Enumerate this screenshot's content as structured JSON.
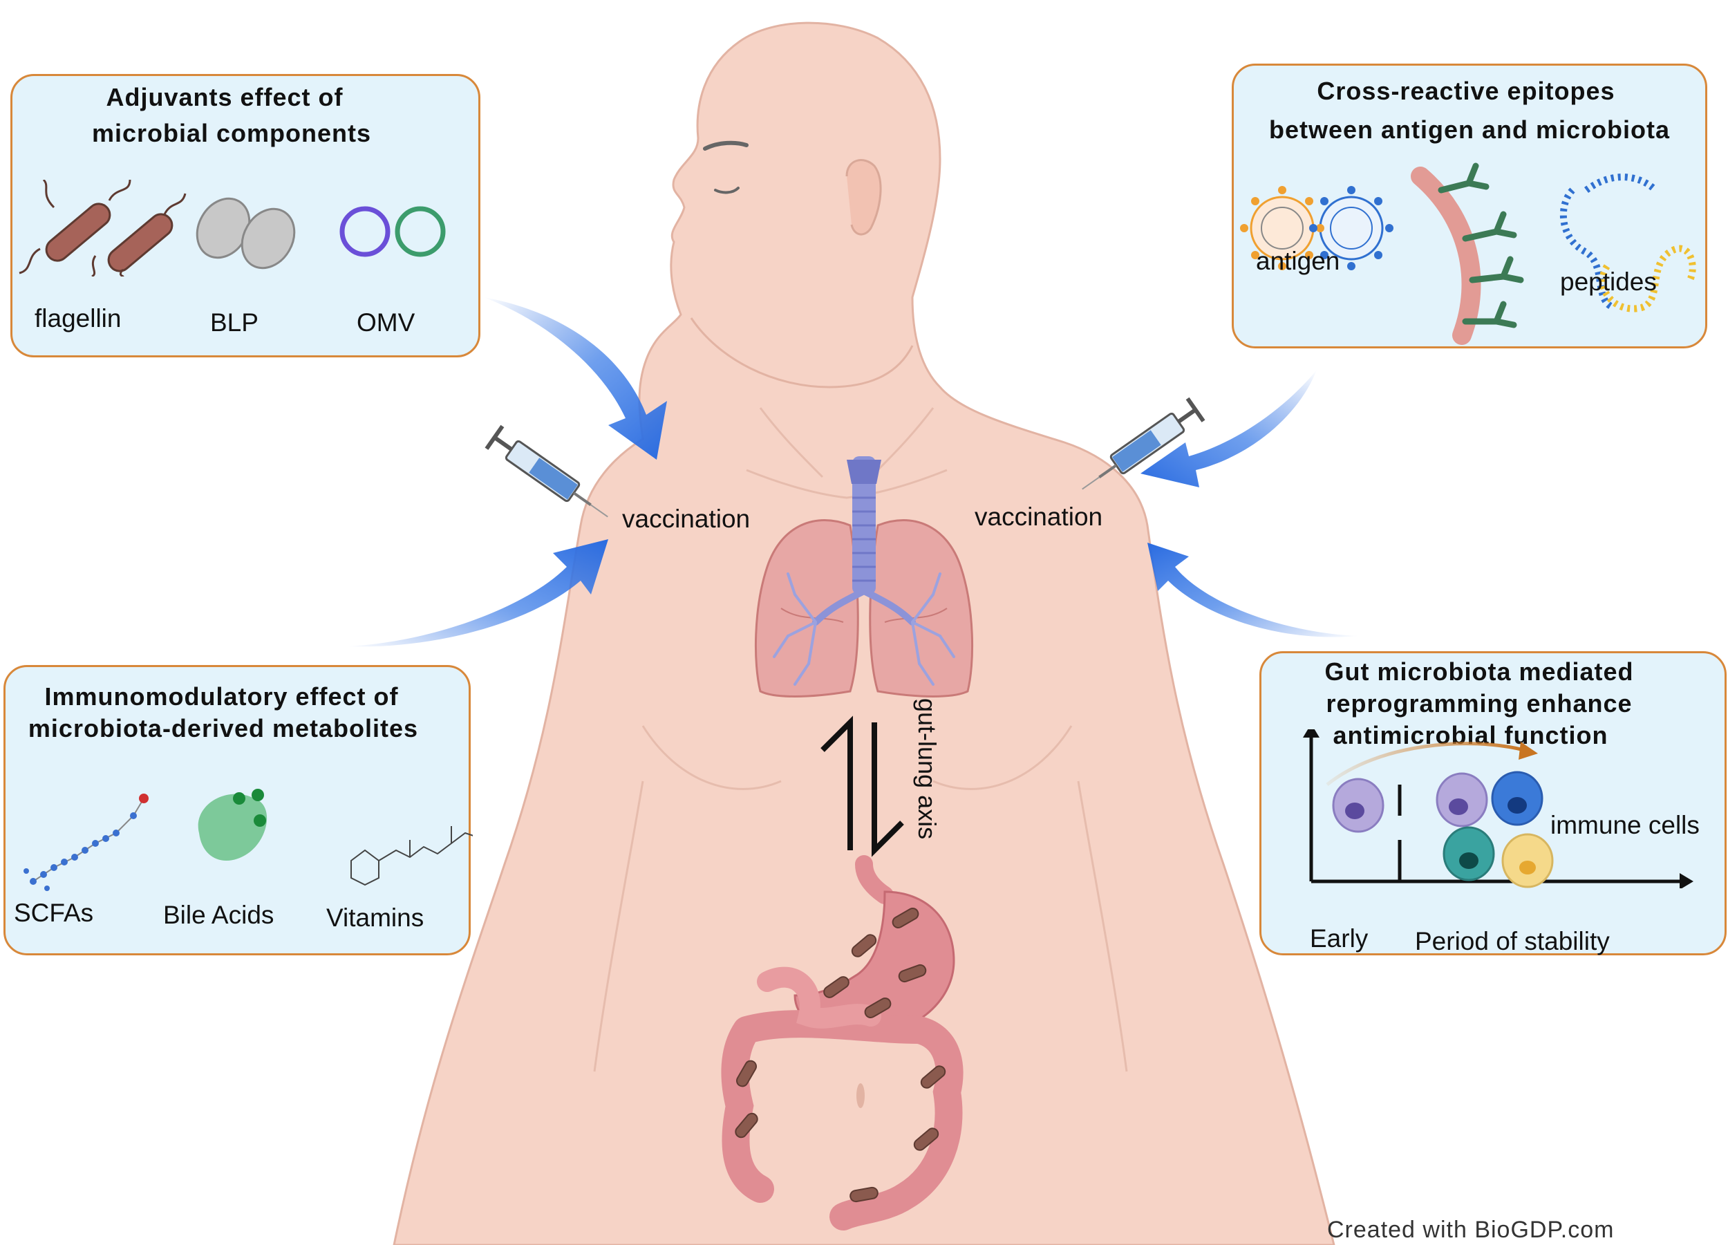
{
  "panels": {
    "adjuvants": {
      "title_line1": "Adjuvants effect of",
      "title_line2": "microbial components",
      "labels": [
        "flagellin",
        "BLP",
        "OMV"
      ]
    },
    "cross_reactive": {
      "title_line1": "Cross-reactive epitopes",
      "title_line2": "between antigen and microbiota",
      "labels": [
        "antigen",
        "peptides"
      ]
    },
    "immunomodulatory": {
      "title_line1": "Immunomodulatory effect of",
      "title_line2": "microbiota-derived metabolites",
      "labels": [
        "SCFAs",
        "Bile Acids",
        "Vitamins"
      ]
    },
    "gut_reprogramming": {
      "title_line1": "Gut microbiota mediated",
      "title_line2": "reprogramming enhance",
      "title_line3": "antimicrobial function",
      "cells_label": "immune cells",
      "x_label_early": "Early",
      "x_label_stable": "Period of stability"
    }
  },
  "body": {
    "vaccination_left": "vaccination",
    "vaccination_right": "vaccination",
    "axis_label": "gut-lung axis"
  },
  "credit": "Created with BioGDP.com",
  "colors": {
    "panel_fill": "#e3f3fb",
    "panel_border": "#d8883a",
    "skin": "#f6d3c6",
    "arrow_blue": "#2a6be0",
    "lung": "#d98b8b",
    "trachea": "#8c93d8"
  }
}
